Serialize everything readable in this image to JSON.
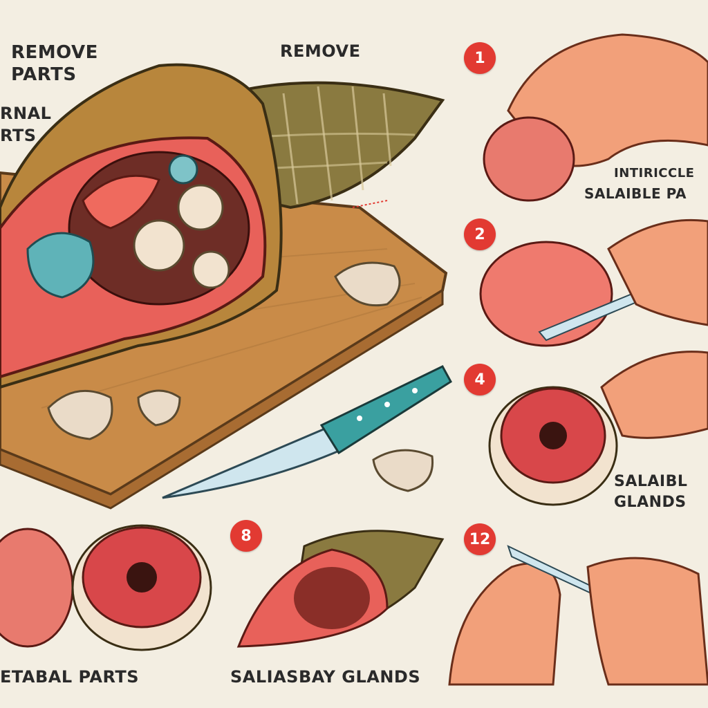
{
  "labels": {
    "remove_parts": "REMOVE\nPARTS",
    "internal_parts": "RNAL\nRTS",
    "remove": "REMOVE",
    "intricle": "INTIRICCLE",
    "salable_pa": "SALAIBLE PA",
    "salaibl_glands": "SALAIBL\nGLANDS",
    "etabal_parts": "ETABAL PARTS",
    "saliasbay_glands": "SALIASBAY GLANDS"
  },
  "steps": [
    "1",
    "2",
    "4",
    "8",
    "12"
  ],
  "colors": {
    "background": "#f3eee2",
    "badge": "#e23a32",
    "board": "#c98b48",
    "flesh": "#e8615a",
    "shell": "#8a7a40",
    "knife_handle": "#3aa0a0",
    "blade": "#cfe6ee",
    "skin": "#f2a07a"
  }
}
